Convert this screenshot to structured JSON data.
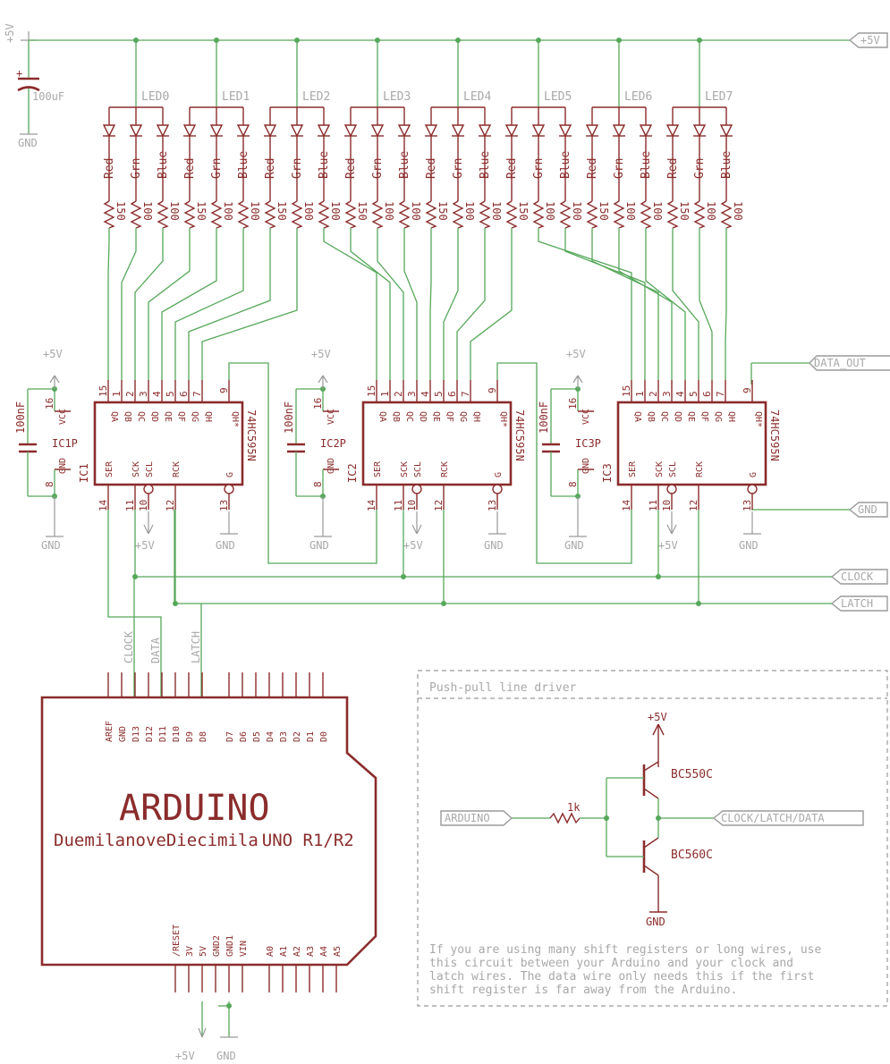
{
  "power": {
    "vcc": "+5V",
    "gnd": "GND"
  },
  "bulk_cap": "100uF",
  "leds": [
    "LED0",
    "LED1",
    "LED2",
    "LED3",
    "LED4",
    "LED5",
    "LED6",
    "LED7"
  ],
  "color_labels": [
    "Red",
    "Grn",
    "Blue"
  ],
  "resistor_values": [
    "150",
    "100",
    "100"
  ],
  "ics": [
    {
      "ref": "IC1",
      "pwr": "IC1P",
      "cap": "100nF"
    },
    {
      "ref": "IC2",
      "pwr": "IC2P",
      "cap": "100nF"
    },
    {
      "ref": "IC3",
      "pwr": "IC3P",
      "cap": "100nF"
    }
  ],
  "ic_part": "74HC595N",
  "ic_outputs": [
    "QA",
    "QB",
    "QC",
    "QD",
    "QE",
    "QF",
    "QG",
    "QH"
  ],
  "ic_output_pins": [
    "15",
    "1",
    "2",
    "3",
    "4",
    "5",
    "6",
    "7"
  ],
  "ic_qhstar": "QH*",
  "ic_qhstar_pin": "9",
  "ic_bottom_pins": [
    {
      "name": "SER",
      "num": "14"
    },
    {
      "name": "SCK",
      "num": "11"
    },
    {
      "name": "SCL",
      "num": "10"
    },
    {
      "name": "RCK",
      "num": "12"
    },
    {
      "name": "G",
      "num": "13"
    }
  ],
  "ic_power_pins": [
    {
      "name": "VCC",
      "num": "16"
    },
    {
      "name": "GND",
      "num": "8"
    }
  ],
  "net_labels": {
    "vcc": "+5V",
    "data_out": "DATA_OUT",
    "gnd": "GND",
    "clock": "CLOCK",
    "latch": "LATCH"
  },
  "arduino": {
    "title": "ARDUINO",
    "subtitle": "Duemilanove",
    "subtitle2": "Diecimila",
    "subtitle3": "UNO R1/R2",
    "wire_labels": [
      "CLOCK",
      "DATA",
      "LATCH"
    ],
    "top_pins": [
      "AREF",
      "GND",
      "D13",
      "D12",
      "D11",
      "D10",
      "D9",
      "D8",
      "D7",
      "D6",
      "D5",
      "D4",
      "D3",
      "D2",
      "D1",
      "D0"
    ],
    "bottom_pins": [
      "/RESET",
      "3V",
      "5V",
      "GND2",
      "GND1",
      "VIN",
      "A0",
      "A1",
      "A2",
      "A3",
      "A4",
      "A5"
    ]
  },
  "driver": {
    "title": "Push-pull line driver",
    "vcc": "+5V",
    "gnd": "GND",
    "npn": "BC550C",
    "pnp": "BC560C",
    "resistor": "1k",
    "in_label": "ARDUINO",
    "out_label": "CLOCK/LATCH/DATA",
    "note": [
      "If you are using many shift registers or long wires, use",
      "this circuit between your Arduino and your clock and",
      "latch wires. The data wire only needs this if the first",
      "shift register is far away from the Arduino."
    ]
  }
}
